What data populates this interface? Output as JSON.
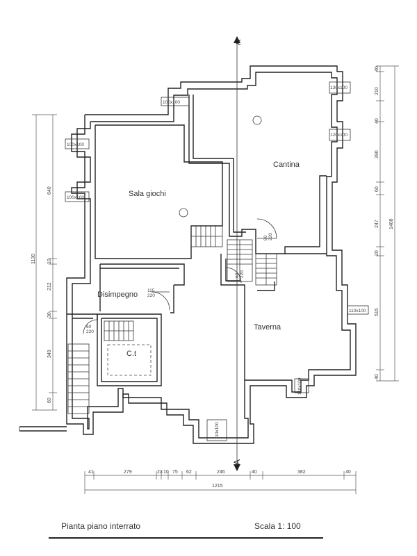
{
  "rooms": {
    "sala_giochi": "Sala giochi",
    "cantina": "Cantina",
    "disimpegno": "Disimpegno",
    "taverna": "Taverna",
    "ct": "C.t"
  },
  "section_marks": {
    "top": "A",
    "bottom": "A"
  },
  "window_labels": {
    "w1": "100x100",
    "w2": "100x100",
    "w3": "100x100",
    "w4": "130x100",
    "w5": "120x100",
    "w6": "110x100",
    "w7": "110x100",
    "w8": "110x100"
  },
  "door_labels": {
    "d1_top": "115",
    "d1_bot": "220",
    "d2_top": "60",
    "d2_bot": "220",
    "d3_top": "80",
    "d3_bot": "220",
    "d4_top": "60",
    "d4_bot": "220"
  },
  "dim_left": {
    "total": "1130",
    "parts": [
      "640",
      "10",
      "212",
      "30",
      "349",
      "60"
    ]
  },
  "dim_right": {
    "total": "1408",
    "parts": [
      "40",
      "210",
      "40",
      "390",
      "60",
      "247",
      "20",
      "515",
      "40"
    ]
  },
  "dim_bottom": {
    "total": "1215",
    "parts": [
      "41",
      "279",
      "23",
      "10",
      "75",
      "62",
      "246",
      "40",
      "382",
      "40"
    ]
  },
  "footer": {
    "left": "Pianta piano interrato",
    "right": "Scala 1: 100"
  }
}
